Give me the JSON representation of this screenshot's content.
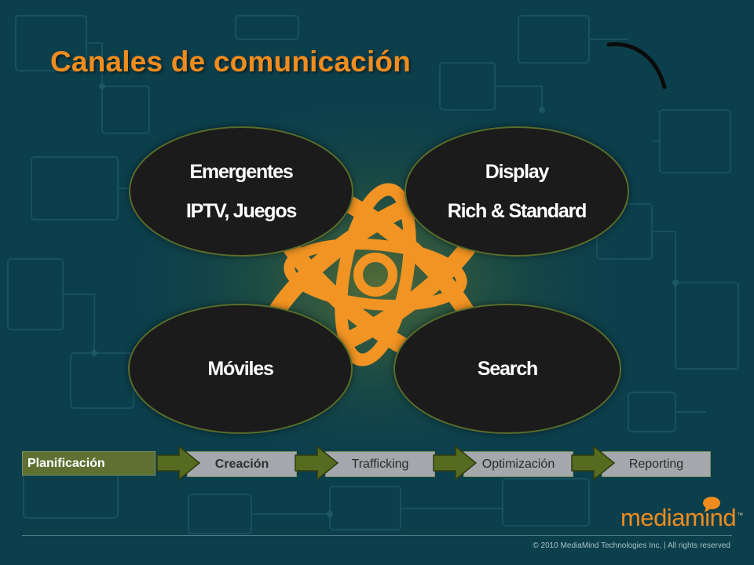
{
  "slide": {
    "title": "Canales de comunicación"
  },
  "channels": [
    {
      "line1": "Emergentes",
      "line2": "IPTV, Juegos"
    },
    {
      "line1": "Display",
      "line2": "Rich & Standard"
    },
    {
      "line1": "Móviles",
      "line2": ""
    },
    {
      "line1": "Search",
      "line2": ""
    }
  ],
  "process_steps": [
    {
      "label": "Planificación",
      "active": true
    },
    {
      "label": "Creación",
      "active": false
    },
    {
      "label": "Trafficking",
      "active": false
    },
    {
      "label": "Optimización",
      "active": false
    },
    {
      "label": "Reporting",
      "active": false
    }
  ],
  "brand": {
    "logo_text": "mediamind",
    "trademark": "™",
    "copyright": "© 2010 MediaMind Technologies Inc. | All rights reserved"
  },
  "colors": {
    "background": "#0c3f4c",
    "accent_orange": "#f08c1e",
    "ellipse_fill": "#1b1b1b",
    "ellipse_border": "#596d2a",
    "active_step": "#5e7133",
    "inactive_step": "#a4a7ab",
    "arrow": "#556b1f"
  },
  "icons": {
    "center_graphic": "orange-interlocking-loops",
    "process_arrow": "chevron-right-arrow",
    "logo_mark": "speech-bubble-icon"
  }
}
